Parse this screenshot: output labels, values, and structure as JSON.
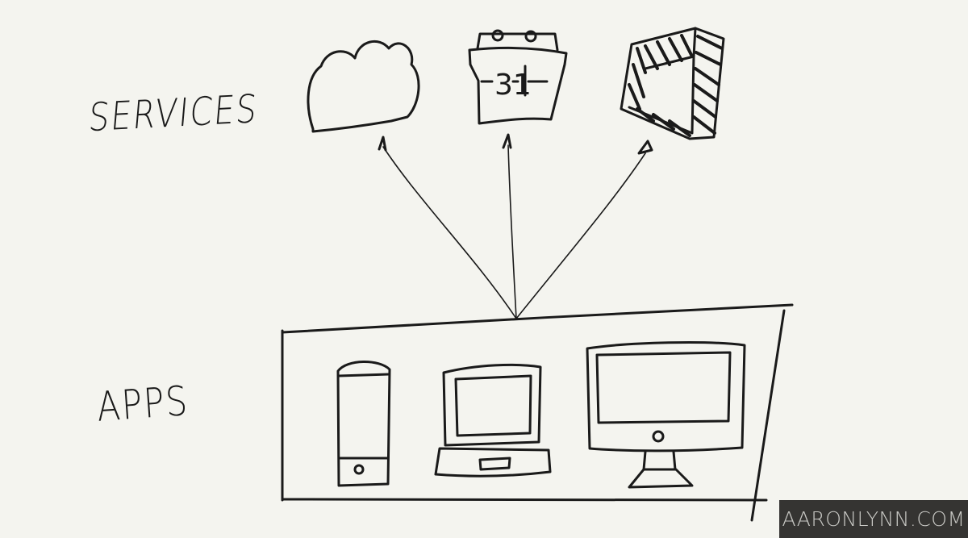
{
  "labels": {
    "services": "SERVICES",
    "apps": "APPS"
  },
  "services": [
    {
      "name": "cloud",
      "icon": "cloud-icon"
    },
    {
      "name": "calendar",
      "icon": "calendar-icon",
      "text": "31"
    },
    {
      "name": "photo-frame",
      "icon": "frame-icon"
    }
  ],
  "apps": [
    {
      "name": "phone",
      "icon": "phone-icon"
    },
    {
      "name": "laptop",
      "icon": "laptop-icon"
    },
    {
      "name": "desktop",
      "icon": "desktop-icon"
    }
  ],
  "watermark": "AARONLYNN.COM",
  "colors": {
    "background": "#f4f4ef",
    "ink": "#1a1a1a",
    "watermark_bg": "#353432"
  }
}
